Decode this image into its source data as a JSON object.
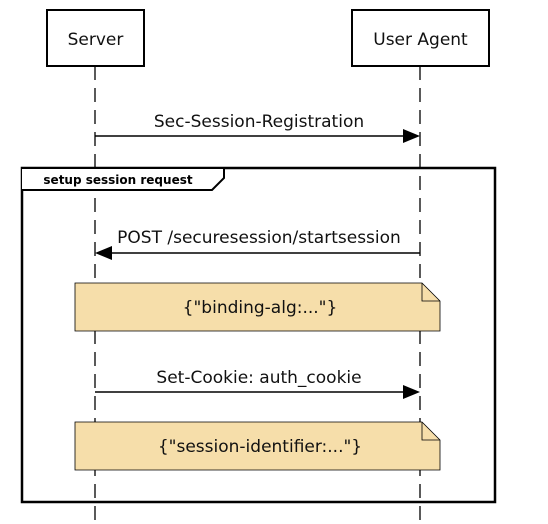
{
  "participants": {
    "server": "Server",
    "user_agent": "User Agent"
  },
  "messages": {
    "registration": "Sec-Session-Registration",
    "start_session": "POST /securesession/startsession",
    "set_cookie": "Set-Cookie: auth_cookie"
  },
  "frame": {
    "label": "setup session request"
  },
  "notes": {
    "binding": "{\"binding-alg:...\"}",
    "session_id": "{\"session-identifier:...\"}"
  },
  "colors": {
    "note_fill": "#F6DEAA",
    "stroke": "#000000",
    "background": "#FFFFFF"
  }
}
